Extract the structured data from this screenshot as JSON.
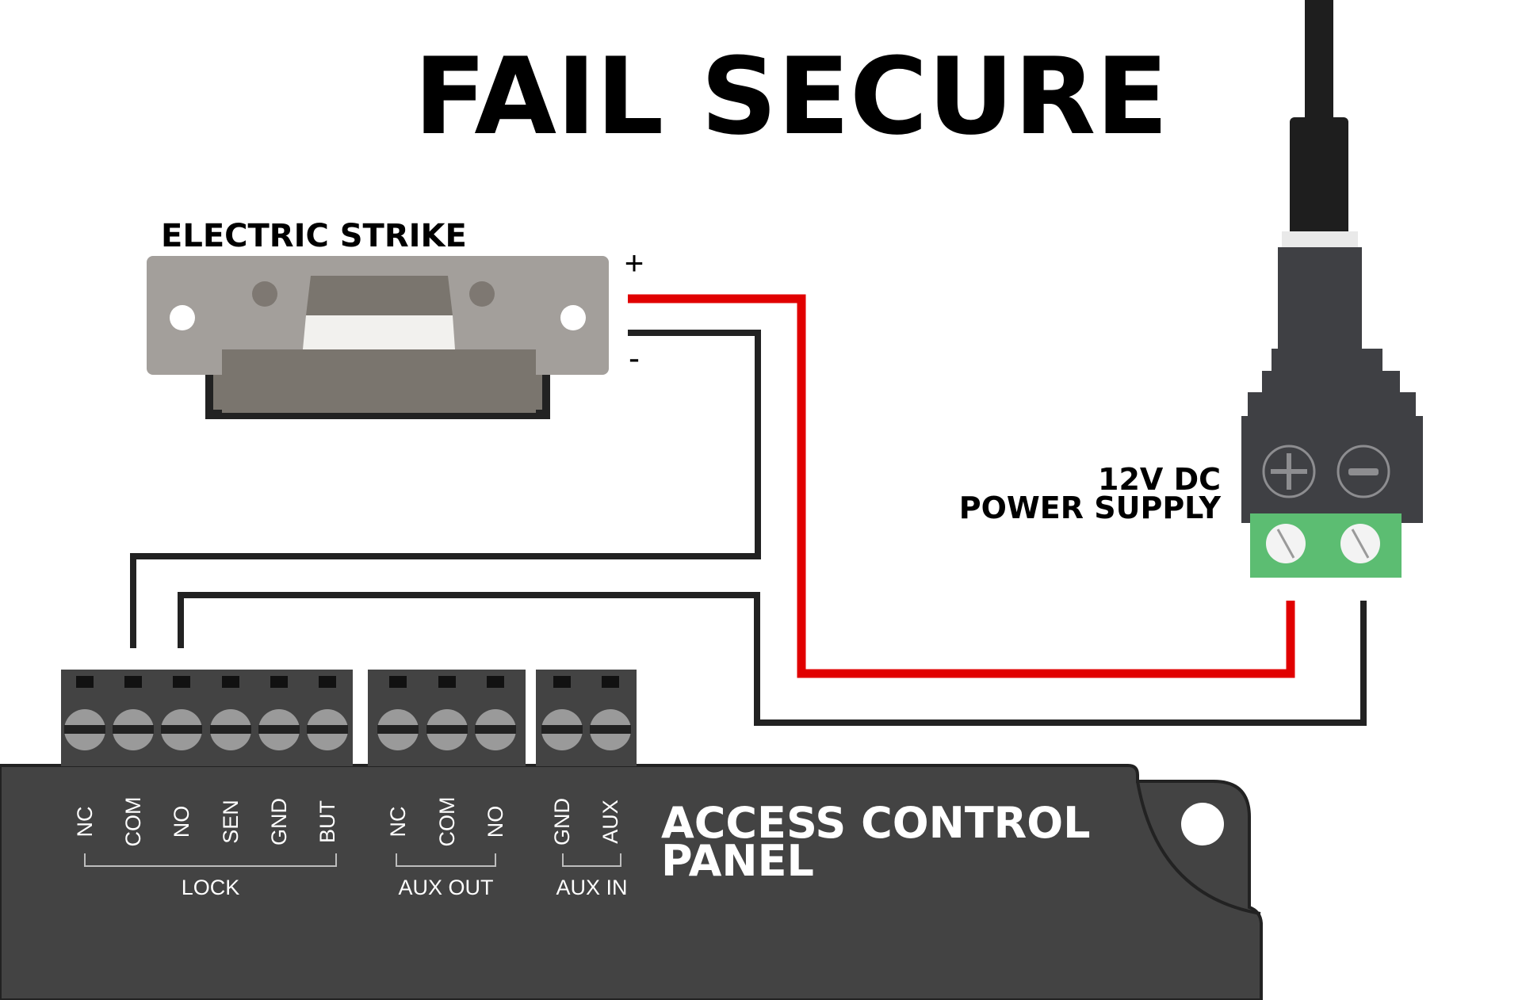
{
  "title": "FAIL SECURE",
  "strike": {
    "label": "ELECTRIC STRIKE",
    "plus": "+",
    "minus": "-"
  },
  "power": {
    "line1": "12V DC",
    "line2": "POWER SUPPLY"
  },
  "panel": {
    "line1": "ACCESS CONTROL",
    "line2": "PANEL",
    "groups": [
      {
        "name": "LOCK",
        "terminals": [
          "NC",
          "COM",
          "NO",
          "SEN",
          "GND",
          "BUT"
        ]
      },
      {
        "name": "AUX OUT",
        "terminals": [
          "NC",
          "COM",
          "NO"
        ]
      },
      {
        "name": "AUX IN",
        "terminals": [
          "GND",
          "AUX"
        ]
      }
    ]
  },
  "colors": {
    "positive_wire": "#e10000",
    "negative_wire": "#222222",
    "panel_body": "#434343",
    "terminal_green": "#5cbd72",
    "strike_plate": "#a39f9b"
  }
}
